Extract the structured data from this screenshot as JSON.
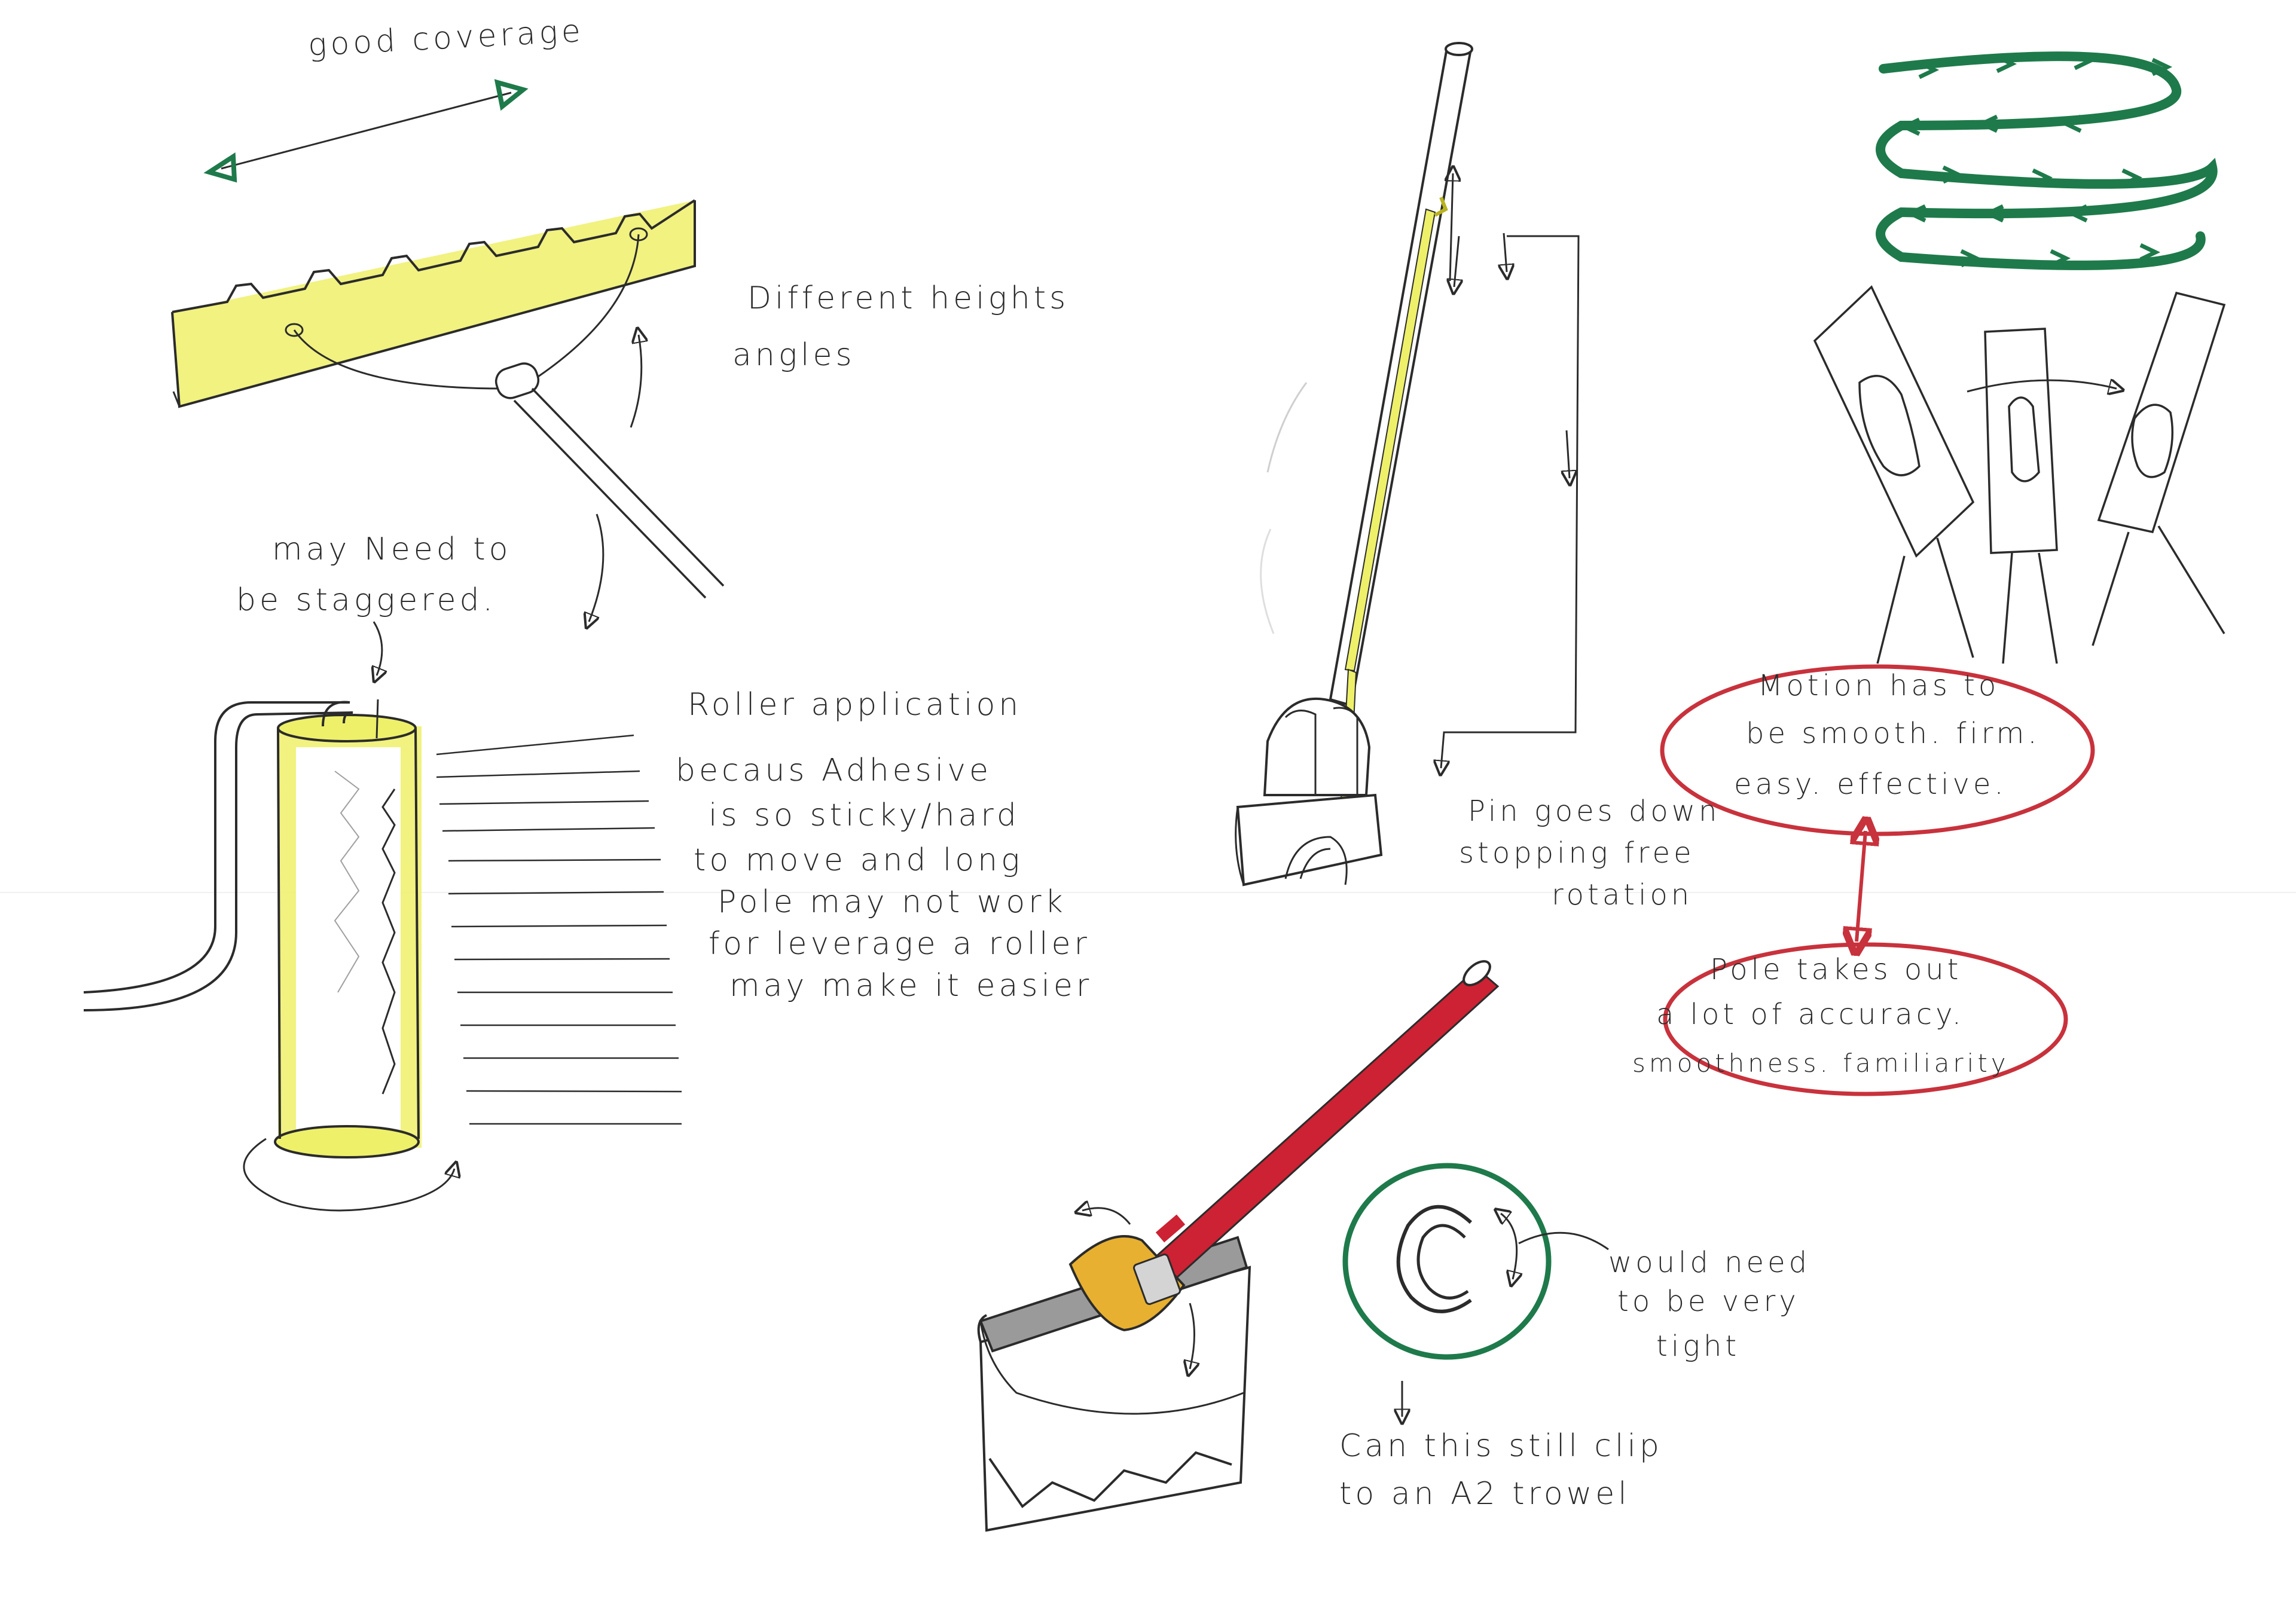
{
  "colors": {
    "ink": "#2b2b2b",
    "highlight_yellow": "#eef06a",
    "marker_green": "#1e7a4a",
    "marker_red": "#c8323c",
    "pole_red": "#cc2233",
    "clip_orange": "#e8b030",
    "trowel_grey": "#9a9a9a"
  },
  "icons": [
    "double-headed-arrow-icon",
    "rotation-arrow-icon",
    "down-arrow-icon",
    "up-arrow-icon",
    "circular-motion-icon"
  ],
  "notes": {
    "good_coverage": "good coverage",
    "different_heights": "Different heights",
    "angles": "angles",
    "may_need_1": "may Need to",
    "may_need_2": "be staggered.",
    "roller_title": "Roller application",
    "roller_line1": "becaus Adhesive",
    "roller_line2": "is so sticky/hard",
    "roller_line3": "to move and long",
    "roller_line4": "Pole may not work",
    "roller_line5": "for leverage a roller",
    "roller_line6": "may make it easier",
    "pin_line1": "Pin goes down",
    "pin_line2": "stopping free",
    "pin_line3": "rotation",
    "motion_line1": "Motion has to",
    "motion_line2": "be smooth. firm.",
    "motion_line3": "easy. effective.",
    "pole_line1": "Pole takes out",
    "pole_line2": "a lot of accuracy.",
    "pole_line3": "smoothness. familiarity",
    "tight_line1": "would need",
    "tight_line2": "to be very",
    "tight_line3": "tight",
    "clip_line1": "Can this still clip",
    "clip_line2": "to an A2 trowel"
  }
}
